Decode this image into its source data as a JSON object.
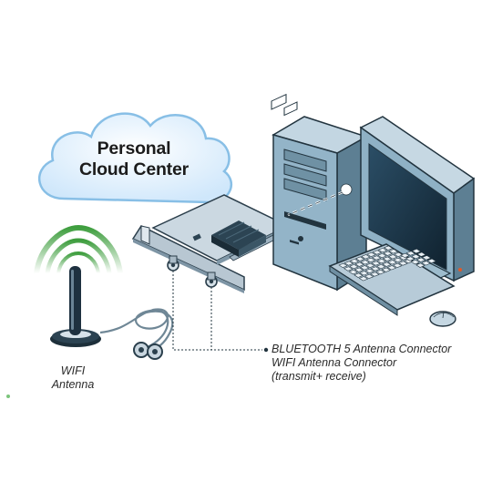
{
  "cloud": {
    "line1": "Personal",
    "line2": "Cloud Center"
  },
  "antenna": {
    "line1": "WIFI",
    "line2": "Antenna"
  },
  "connectors": {
    "line1": "BLUETOOTH 5 Antenna Connector",
    "line2": "WIFI Antenna Connector",
    "line3": "(transmit+ receive)"
  },
  "colors": {
    "cloud_fill": "#dcefff",
    "cloud_stroke": "#8fc4ea",
    "wave": "#4aa84a",
    "monitor": "#8ab0c8",
    "screen": "#1e3a4e",
    "case": "#8eb2c7",
    "card": "#c7d4dd",
    "dark": "#243946"
  }
}
